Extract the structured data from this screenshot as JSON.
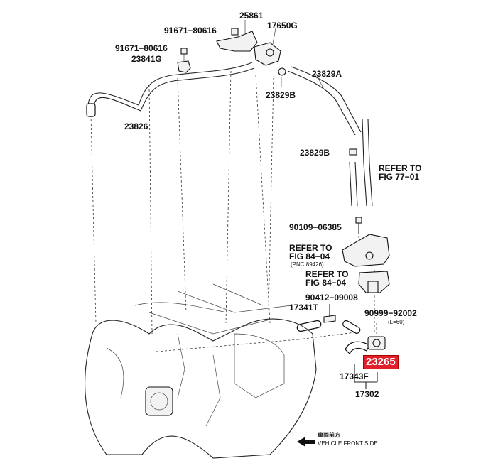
{
  "parts": {
    "p25861": "25861",
    "p17650G": "17650G",
    "p91671a": "91671−80616",
    "p91671b": "91671−80616",
    "p23841G": "23841G",
    "p23829A": "23829A",
    "p23829B_top": "23829B",
    "p23826": "23826",
    "p23829B_mid": "23829B",
    "p90109": "90109−06385",
    "p90412": "90412−09008",
    "p17341T": "17341T",
    "p90999": "90999−92002",
    "p90999_len": "(L=60)",
    "p23265": "23265",
    "p17343F": "17343F",
    "p17302": "17302"
  },
  "refs": {
    "ref77_line1": "REFER TO",
    "ref77_line2": "FIG 77−01",
    "ref84a_line1": "REFER TO",
    "ref84a_line2": "FIG 84−04",
    "ref84a_pnc": "(PNC 89426)",
    "ref84b_line1": "REFER TO",
    "ref84b_line2": "FIG 84−04"
  },
  "direction": {
    "jp": "車両前方",
    "en": "VEHICLE FRONT SIDE"
  },
  "colors": {
    "highlight": "#e0202a"
  }
}
